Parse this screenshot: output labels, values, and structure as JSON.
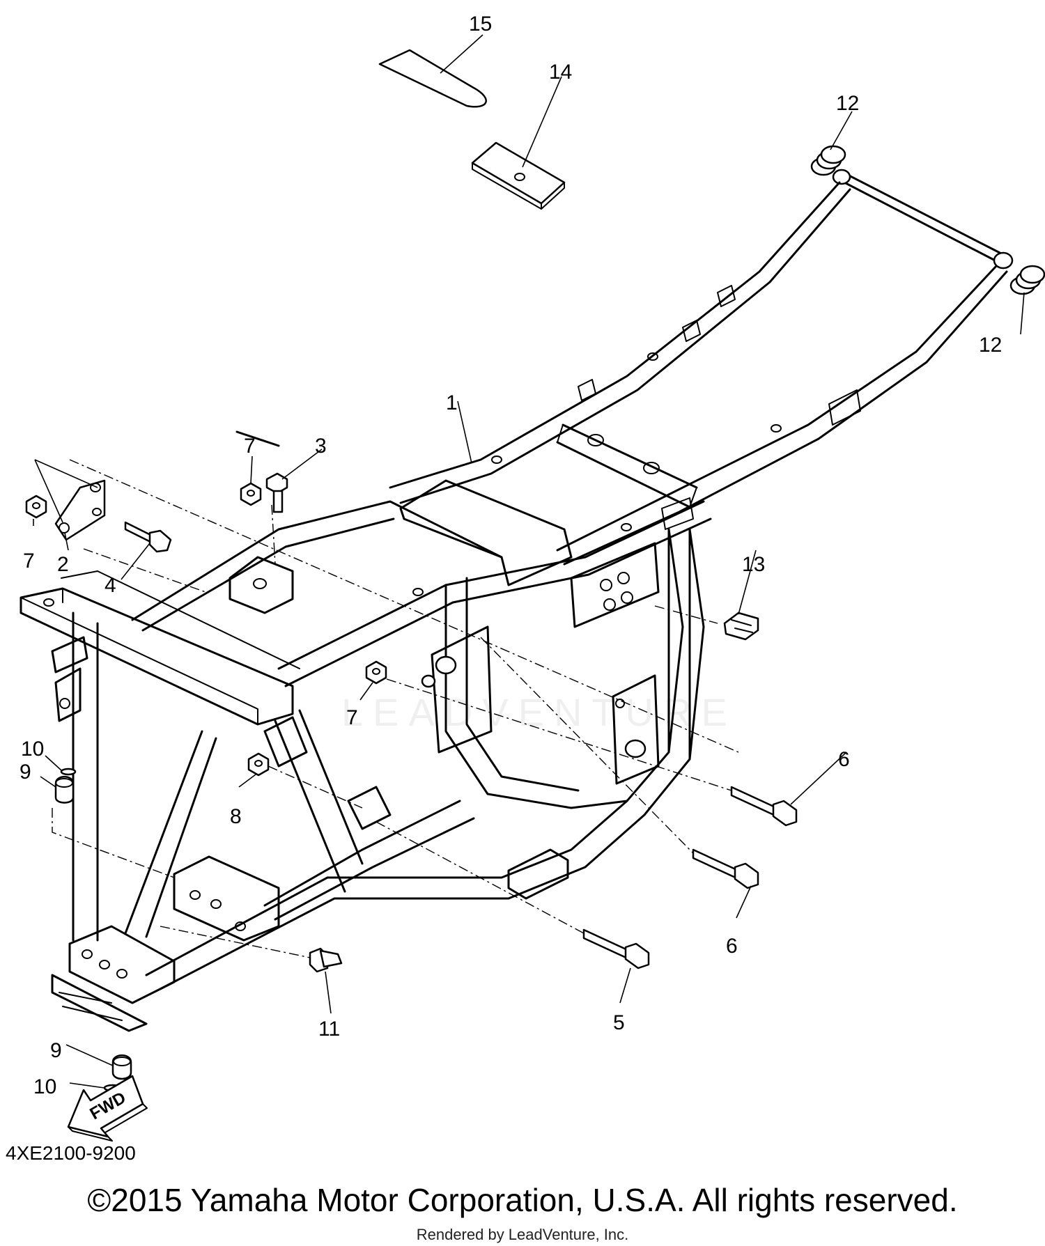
{
  "callouts": [
    {
      "id": "1",
      "label": "1"
    },
    {
      "id": "2",
      "label": "2"
    },
    {
      "id": "3",
      "label": "3"
    },
    {
      "id": "4",
      "label": "4"
    },
    {
      "id": "5",
      "label": "5"
    },
    {
      "id": "6a",
      "label": "6"
    },
    {
      "id": "6b",
      "label": "6"
    },
    {
      "id": "7a",
      "label": "7"
    },
    {
      "id": "7b",
      "label": "7"
    },
    {
      "id": "7c",
      "label": "7"
    },
    {
      "id": "8",
      "label": "8"
    },
    {
      "id": "9a",
      "label": "9"
    },
    {
      "id": "9b",
      "label": "9"
    },
    {
      "id": "10a",
      "label": "10"
    },
    {
      "id": "10b",
      "label": "10"
    },
    {
      "id": "11",
      "label": "11"
    },
    {
      "id": "12a",
      "label": "12"
    },
    {
      "id": "12b",
      "label": "12"
    },
    {
      "id": "13",
      "label": "13"
    },
    {
      "id": "14",
      "label": "14"
    },
    {
      "id": "15",
      "label": "15"
    }
  ],
  "fwd_label": "FWD",
  "watermark": "LEADVENTURE",
  "diagram_code": "4XE2100-9200",
  "copyright": "©2015 Yamaha Motor Corporation, U.S.A. All rights reserved.",
  "rendered_by": "Rendered by LeadVenture, Inc."
}
